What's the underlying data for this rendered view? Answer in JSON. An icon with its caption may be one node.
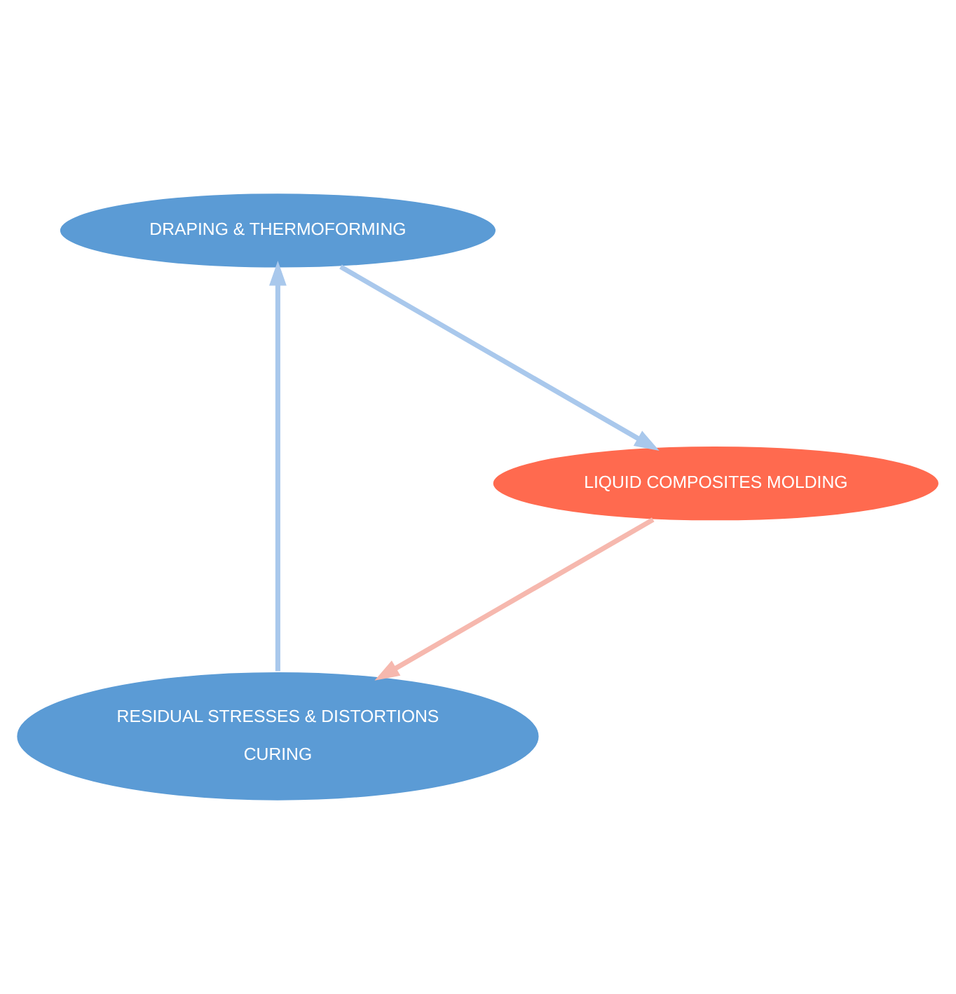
{
  "diagram": {
    "nodes": [
      {
        "text": [
          "RESIDUAL STRESSES & DISTORTIONS",
          "CURING"
        ]
      },
      {
        "text": [
          "DRAPING & THERMOFORMING"
        ]
      },
      {
        "text": [
          "LIQUID COMPOSITES MOLDING"
        ]
      }
    ],
    "edges": [
      {
        "from": 0,
        "to": 1,
        "arrow": "to"
      },
      {
        "from": 1,
        "to": 2,
        "arrow": "to"
      },
      {
        "from": 2,
        "to": 0,
        "arrow": "to",
        "color": "#f6b8ae"
      }
    ]
  }
}
